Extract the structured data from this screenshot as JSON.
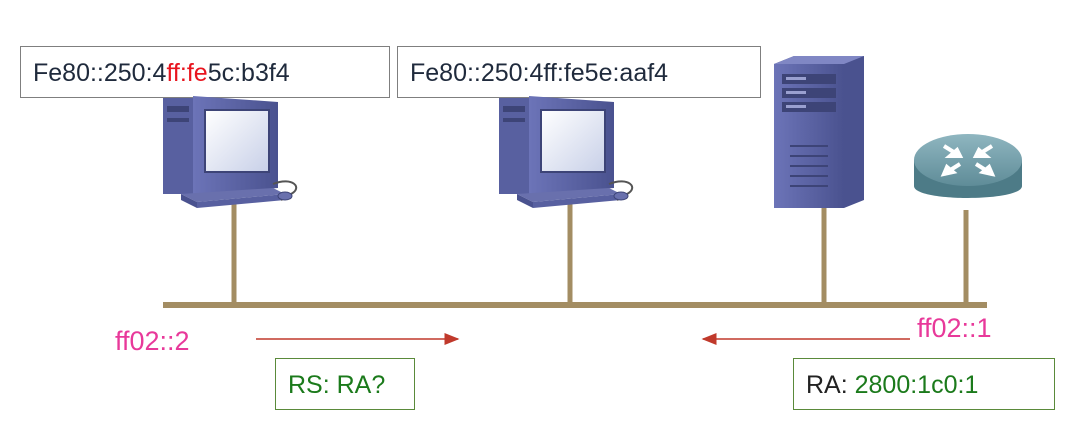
{
  "labels": {
    "host1_addr": {
      "part1": "Fe80::250:4",
      "part2": "ff:fe",
      "part3": "5c:b3f4"
    },
    "host2_addr": "Fe80::250:4ff:fe5e:aaf4",
    "mcast_left": "ff02::2",
    "mcast_right": "ff02::1",
    "rs_message": "RS: RA?",
    "ra_key": "RA: ",
    "ra_value": "2800:1c0:1"
  },
  "colors": {
    "highlight": "#e8141e",
    "multicast": "#e8399a",
    "green": "#1b7a1b",
    "bus": "#a38d63"
  },
  "icons": [
    "workstation-icon",
    "workstation-icon",
    "server-tower-icon",
    "router-icon"
  ]
}
